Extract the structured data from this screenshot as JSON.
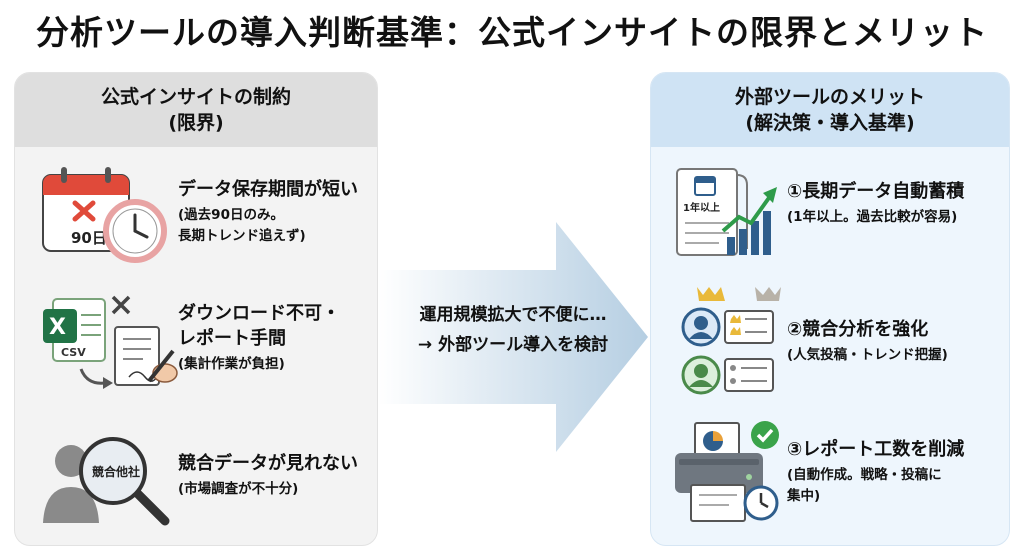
{
  "title": "分析ツールの導入判断基準：公式インサイトの限界とメリット",
  "left": {
    "heading": "公式インサイトの制約",
    "subheading": "(限界)",
    "items": [
      {
        "title": "データ保存期間が短い",
        "sub1": "(過去90日のみ。",
        "sub2": "長期トレンド追えず)",
        "icon_label": "90日"
      },
      {
        "title": "ダウンロード不可・",
        "title2": "レポート手間",
        "sub1": "(集計作業が負担)",
        "icon_label": "CSV"
      },
      {
        "title": "競合データが見れない",
        "sub1": "(市場調査が不十分)",
        "icon_label": "競合他社"
      }
    ]
  },
  "arrow": {
    "line1": "運用規模拡大で不便に…",
    "line2": "→ 外部ツール導入を検討"
  },
  "right": {
    "heading": "外部ツールのメリット",
    "subheading": "(解決策・導入基準)",
    "items": [
      {
        "title": "①長期データ自動蓄積",
        "sub1": "(1年以上。過去比較が容易)",
        "icon_label": "1年以上"
      },
      {
        "title": "②競合分析を強化",
        "sub1": "(人気投稿・トレンド把握)"
      },
      {
        "title": "③レポート工数を削減",
        "sub1": "(自動作成。戦略・投稿に",
        "sub2": "集中)"
      }
    ]
  }
}
